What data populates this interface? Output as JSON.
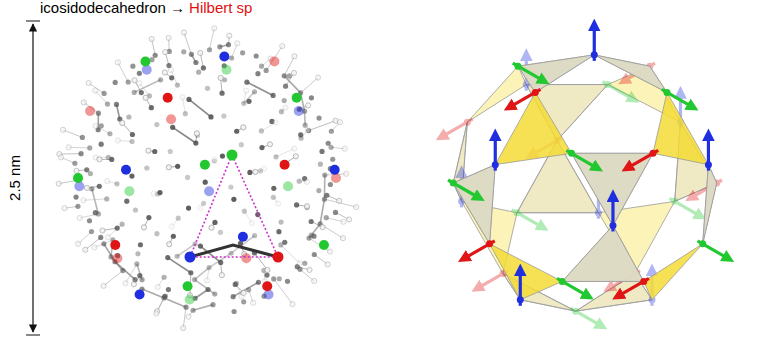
{
  "diagram": {
    "labels": [
      "icosidodecahedron →",
      "Hilbert sp",
      "2.5 nm"
    ]
  }
}
